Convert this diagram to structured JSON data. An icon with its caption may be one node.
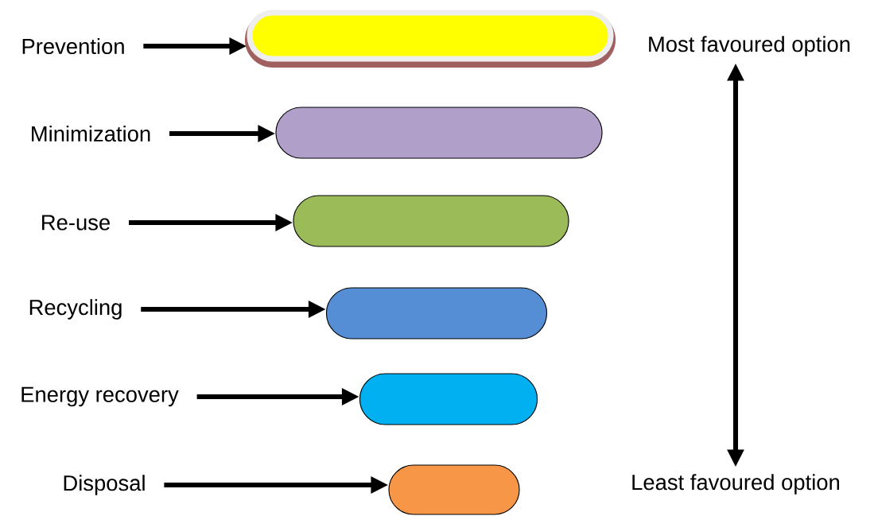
{
  "diagram": {
    "nodes": [
      {
        "text": [
          "Prevention"
        ]
      },
      {
        "text": [],
        "shape": "capsule"
      },
      {
        "text": [
          "Most favoured option"
        ]
      },
      {
        "text": [
          "Minimization"
        ]
      },
      {
        "text": [],
        "shape": "capsule"
      },
      {
        "text": [
          "Re-use"
        ]
      },
      {
        "text": [],
        "shape": "capsule"
      },
      {
        "text": [
          "Recycling"
        ]
      },
      {
        "text": [],
        "shape": "capsule"
      },
      {
        "text": [
          "Energy recovery"
        ]
      },
      {
        "text": [],
        "shape": "capsule"
      },
      {
        "text": [
          "Disposal"
        ]
      },
      {
        "text": [],
        "shape": "capsule"
      },
      {
        "text": [
          "Least favoured option"
        ]
      }
    ],
    "edges": [
      {
        "from": 0,
        "to": 1,
        "arrow": "to"
      },
      {
        "from": 3,
        "to": 4,
        "arrow": "to"
      },
      {
        "from": 5,
        "to": 6,
        "arrow": "to"
      },
      {
        "from": 7,
        "to": 8,
        "arrow": "to"
      },
      {
        "from": 9,
        "to": 10,
        "arrow": "to"
      },
      {
        "from": 11,
        "to": 12,
        "arrow": "to"
      },
      {
        "from": 13,
        "to": 2,
        "arrow": "both"
      }
    ]
  }
}
